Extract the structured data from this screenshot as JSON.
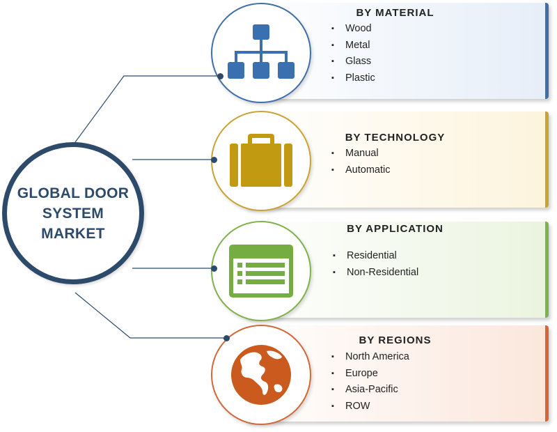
{
  "hub": {
    "title": "GLOBAL DOOR\nSYSTEM\nMARKET",
    "color": "#2d4a6b"
  },
  "segments": [
    {
      "title": "BY MATERIAL",
      "icon": "hierarchy-icon",
      "items": [
        "Wood",
        "Metal",
        "Glass",
        "Plastic"
      ],
      "fill": "#e9f0f9",
      "edge": "#3f6fa8",
      "icon_color": "#3a6fb0"
    },
    {
      "title": "BY TECHNOLOGY",
      "icon": "briefcase-icon",
      "items": [
        "Manual",
        "Automatic"
      ],
      "fill": "#fdf7e6",
      "edge": "#c9a434",
      "icon_color": "#c29a12"
    },
    {
      "title": "BY APPLICATION",
      "icon": "list-window-icon",
      "items": [
        "Residential",
        "Non-Residential"
      ],
      "fill": "#eef5e6",
      "edge": "#7fb24c",
      "icon_color": "#75ad43"
    },
    {
      "title": "BY REGIONS",
      "icon": "globe-icon",
      "items": [
        "North America",
        "Europe",
        "Asia-Pacific",
        "ROW"
      ],
      "fill": "#fcece3",
      "edge": "#d0683a",
      "icon_color": "#cb5a1f"
    }
  ]
}
